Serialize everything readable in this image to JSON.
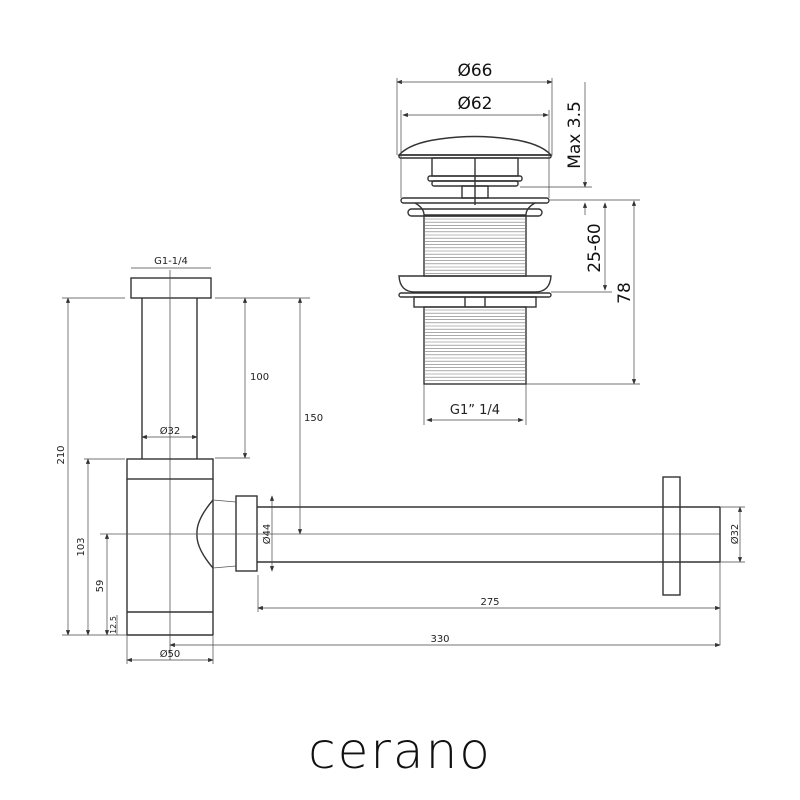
{
  "brand": "cerano",
  "siphon": {
    "thread_label": "G1-1/4",
    "dims": {
      "total_height": "210",
      "body_height": "103",
      "outlet_center": "59",
      "base_band": "12.5",
      "pipe_length": "100",
      "outlet_height": "150",
      "pipe_diameter": "Ø32",
      "body_diameter": "Ø50",
      "nut_diameter": "Ø44",
      "outlet_pipe_diameter": "Ø32",
      "outlet_length": "275",
      "total_length": "330"
    }
  },
  "popup_waste": {
    "dims": {
      "cap_outer": "Ø66",
      "cap_inner": "Ø62",
      "lift": "Max 3.5",
      "thickness_range": "25-60",
      "total_height": "78",
      "thread": "G1” 1/4"
    }
  }
}
